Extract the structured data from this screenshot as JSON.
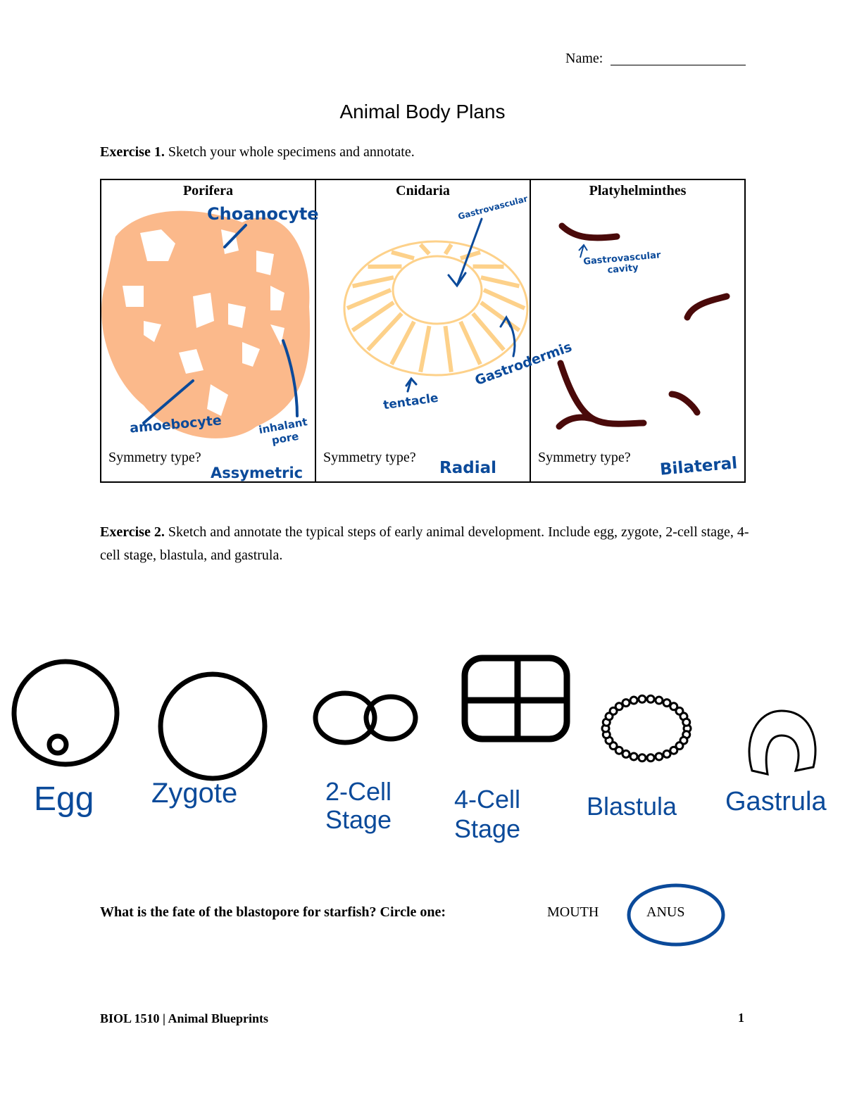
{
  "header": {
    "name_label": "Name:"
  },
  "title": "Animal Body Plans",
  "exercise1": {
    "label": "Exercise 1.",
    "text": " Sketch your whole specimens and annotate.",
    "columns": [
      {
        "heading": "Porifera",
        "symmetry_prompt": "Symmetry type?",
        "answer": "Assymetric",
        "annotations": [
          "Choanocyte",
          "amoebocyte",
          "inhalant pore"
        ]
      },
      {
        "heading": "Cnidaria",
        "symmetry_prompt": "Symmetry type?",
        "answer": "Radial",
        "annotations": [
          "Gastrovascular",
          "tentacle",
          "Gastrodermis"
        ]
      },
      {
        "heading": "Platyhelminthes",
        "symmetry_prompt": "Symmetry type?",
        "answer": "Bilateral",
        "annotations": [
          "Gastrovascular cavity"
        ]
      }
    ]
  },
  "exercise2": {
    "label": "Exercise 2.",
    "text": " Sketch and annotate the typical steps of early animal development. Include egg, zygote, 2-cell stage, 4-cell stage, blastula, and gastrula.",
    "stages": [
      "Egg",
      "Zygote",
      "2-Cell Stage",
      "4-Cell Stage",
      "Blastula",
      "Gastrula"
    ]
  },
  "question": {
    "text": "What is the fate of the blastopore for starfish? Circle one:",
    "options": [
      "MOUTH",
      "ANUS"
    ],
    "selected": "ANUS"
  },
  "footer": {
    "left": "BIOL 1510 | Animal Blueprints",
    "page": "1"
  },
  "colors": {
    "ink": "#0b4a9a",
    "sponge": "#fbb98b",
    "cnidaria": "#fdd18a",
    "worm": "#4a0a0a"
  }
}
